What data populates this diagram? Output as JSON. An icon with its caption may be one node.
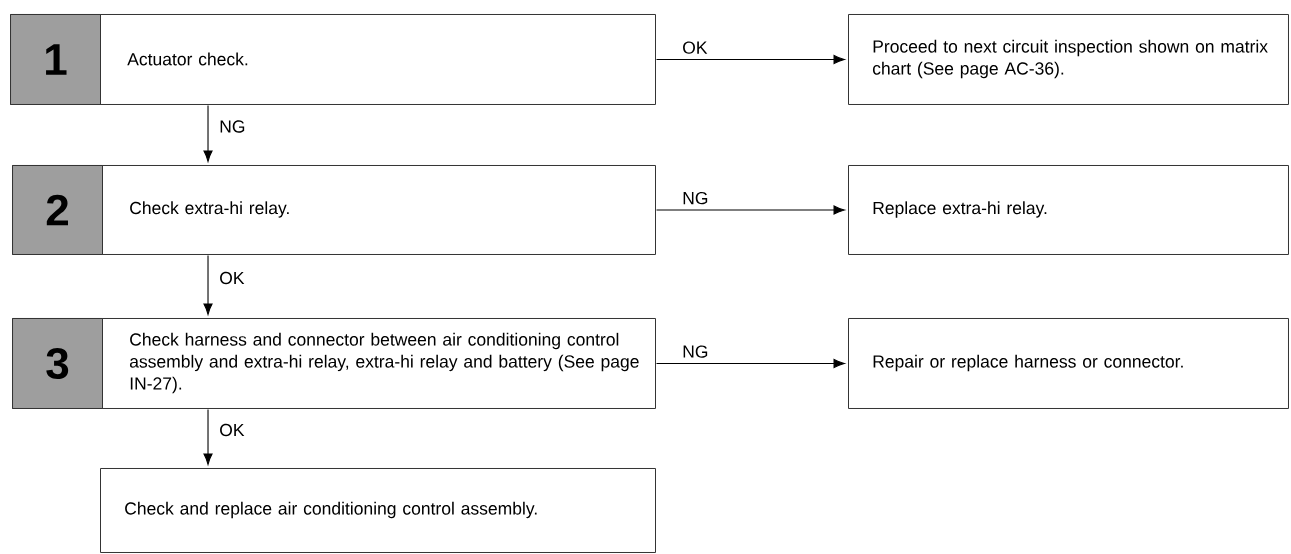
{
  "diagram": {
    "nodes": [
      {
        "text": [
          "1",
          "Actuator check."
        ]
      },
      {
        "text": [
          "Proceed to next circuit inspection shown on matrix chart (See page AC-36)."
        ]
      },
      {
        "text": [
          "2",
          "Check extra-hi relay."
        ]
      },
      {
        "text": [
          "Replace extra-hi relay."
        ]
      },
      {
        "text": [
          "3",
          "Check harness and connector between air conditioning control assembly and extra-hi relay, extra-hi relay and battery (See page IN-27)."
        ]
      },
      {
        "text": [
          "Repair or replace harness or connector."
        ]
      },
      {
        "text": [
          "Check and replace air conditioning control assembly."
        ]
      }
    ],
    "edges": [
      {
        "from": 0,
        "to": 1,
        "arrow": "to",
        "label": "OK"
      },
      {
        "from": 0,
        "to": 2,
        "arrow": "to",
        "label": "NG"
      },
      {
        "from": 2,
        "to": 3,
        "arrow": "to",
        "label": "NG"
      },
      {
        "from": 2,
        "to": 4,
        "arrow": "to",
        "label": "OK"
      },
      {
        "from": 4,
        "to": 5,
        "arrow": "to",
        "label": "NG"
      },
      {
        "from": 4,
        "to": 6,
        "arrow": "to",
        "label": "OK"
      }
    ]
  }
}
